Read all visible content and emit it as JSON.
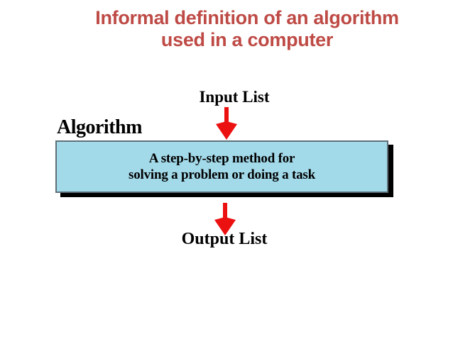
{
  "slide": {
    "title_line1": "Informal definition of an algorithm",
    "title_line2": "used in a computer",
    "input_label": "Input List",
    "algorithm_label": "Algorithm",
    "box": {
      "line1": "A step-by-step method for",
      "line2": "solving a problem or doing a task"
    },
    "output_label": "Output List",
    "colors": {
      "title_red": "#be4a45",
      "arrow_red": "#ec1111",
      "box_fill": "#a3daea",
      "box_border": "#5d6f78",
      "box_shadow": "#000000",
      "text": "#000000",
      "background": "#ffffff"
    },
    "icons": {
      "input_arrow": "down-arrow-icon",
      "output_arrow": "down-arrow-icon"
    }
  }
}
